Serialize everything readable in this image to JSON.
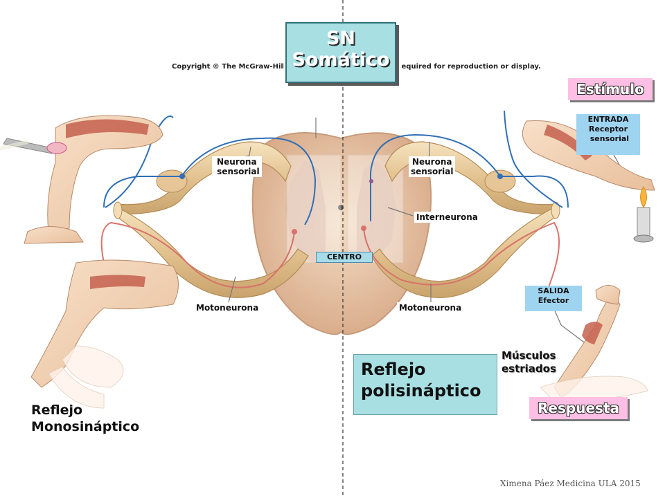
{
  "title": {
    "line1": "SN",
    "line2": "Somático"
  },
  "copyright": "Copyright © The McGraw-Hill Companies, Inc. Permission required for reproduction or display.",
  "labels": {
    "neurona_sensorial_left": "Neurona\n sensorial",
    "neurona_sensorial_right": "Neurona\nsensorial",
    "interneurona": "Interneurona",
    "centro": "CENTRO",
    "motoneurona_left": "Motoneurona",
    "motoneurona_right": "Motoneurona"
  },
  "estimulo": "Estímulo",
  "entrada": "ENTRADA\nReceptor\n sensorial",
  "salida": "SALIDA\nEfector",
  "musculos": "Músculos\nestriados",
  "respuesta": "Respuesta",
  "reflejo_poli": "Reflejo\npolisináptico",
  "reflejo_mono": "Reflejo\nMonosináptico",
  "credit": "Ximena Páez Medicina ULA 2015",
  "colors": {
    "title_bg": "#a8dfe3",
    "pink": "#ffbfe4",
    "nerve": "#e8cfa0",
    "cord": "#e7c7a6"
  }
}
